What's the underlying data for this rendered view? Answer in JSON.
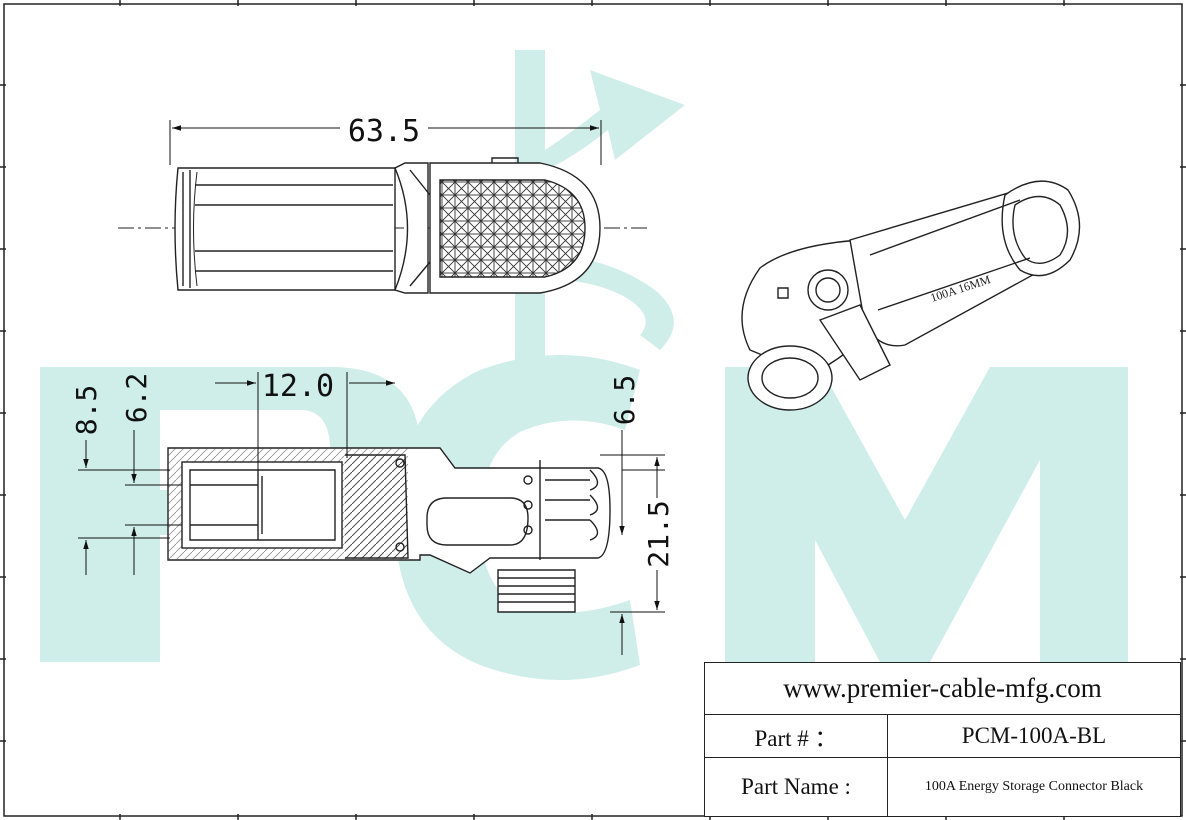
{
  "drawing": {
    "dimensions": {
      "overall_length": "63.5",
      "thread_length": "12.0",
      "outer_diameter": "8.5",
      "inner_diameter": "6.2",
      "offset_top": "6.5",
      "height": "21.5"
    },
    "product_marking": "100A 16MM",
    "watermark_text": "PCM"
  },
  "title_block": {
    "website": "www.premier-cable-mfg.com",
    "part_number_label": "Part # ：",
    "part_number": "PCM-100A-BL",
    "part_name_label": "Part Name :",
    "part_name": "100A Energy Storage Connector Black"
  },
  "colors": {
    "watermark": "#cfeee9",
    "line": "#222222"
  }
}
